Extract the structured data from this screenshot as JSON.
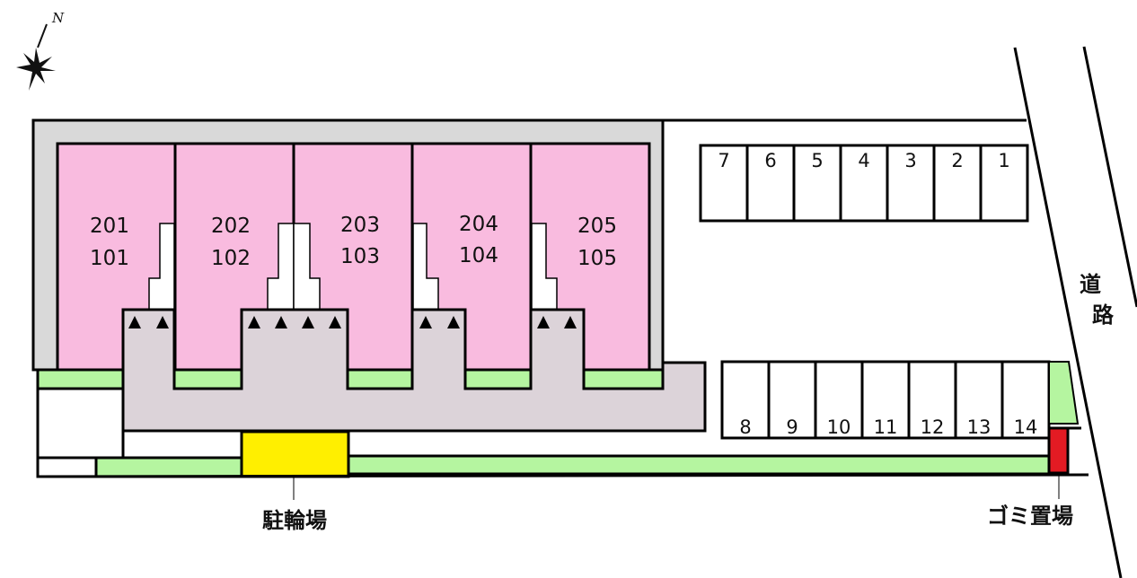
{
  "compass": {
    "label": "N",
    "icon": "compass-rose-icon"
  },
  "colors": {
    "units": "#f9bbdf",
    "frame": "#d9d9d9",
    "corridor": "#dcd3d9",
    "greenery": "#b5f5a0",
    "bicycle_parking": "#ffef00",
    "garbage": "#e31b23"
  },
  "units": [
    {
      "upper": "201",
      "lower": "101"
    },
    {
      "upper": "202",
      "lower": "102"
    },
    {
      "upper": "203",
      "lower": "103"
    },
    {
      "upper": "204",
      "lower": "104"
    },
    {
      "upper": "205",
      "lower": "105"
    }
  ],
  "parking_top": [
    "7",
    "6",
    "5",
    "4",
    "3",
    "2",
    "1"
  ],
  "parking_bottom": [
    "8",
    "9",
    "10",
    "11",
    "12",
    "13",
    "14"
  ],
  "labels": {
    "bicycle_parking": "駐輪場",
    "garbage": "ゴミ置場",
    "road_1": "道",
    "road_2": "路"
  }
}
